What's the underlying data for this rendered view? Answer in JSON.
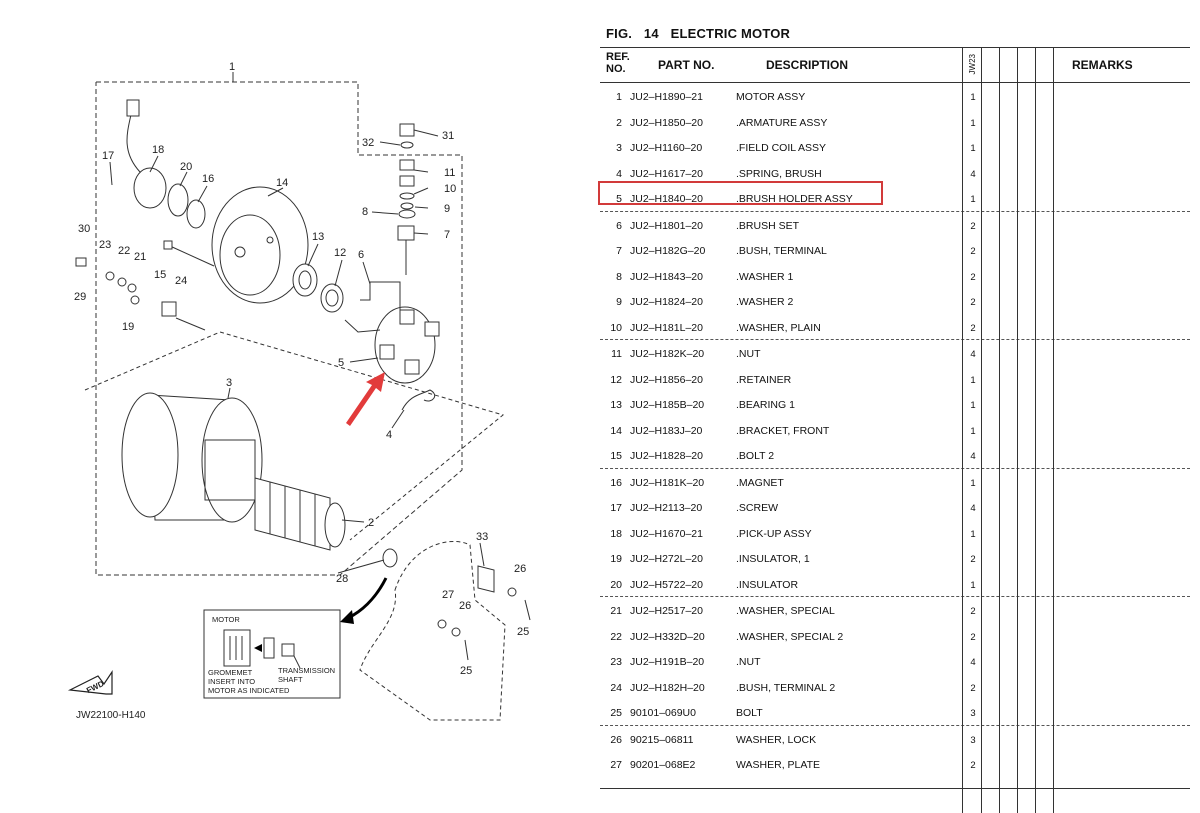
{
  "figure": {
    "fig_label": "FIG.",
    "fig_number": "14",
    "fig_name": "ELECTRIC MOTOR",
    "diagram_code": "JW22100-H140"
  },
  "table": {
    "header": {
      "ref": "REF. NO.",
      "part_no": "PART NO.",
      "description": "DESCRIPTION",
      "model": "JW23",
      "remarks": "REMARKS"
    },
    "rows": [
      {
        "ref": "1",
        "part": "JU2–H1890–21",
        "desc": "MOTOR ASSY",
        "qty": "1"
      },
      {
        "ref": "2",
        "part": "JU2–H1850–20",
        "desc": ".ARMATURE ASSY",
        "qty": "1"
      },
      {
        "ref": "3",
        "part": "JU2–H1160–20",
        "desc": ".FIELD COIL ASSY",
        "qty": "1"
      },
      {
        "ref": "4",
        "part": "JU2–H1617–20",
        "desc": ".SPRING, BRUSH",
        "qty": "4"
      },
      {
        "ref": "5",
        "part": "JU2–H1840–20",
        "desc": ".BRUSH HOLDER ASSY",
        "qty": "1"
      },
      {
        "ref": "6",
        "part": "JU2–H1801–20",
        "desc": ".BRUSH SET",
        "qty": "2"
      },
      {
        "ref": "7",
        "part": "JU2–H182G–20",
        "desc": ".BUSH, TERMINAL",
        "qty": "2"
      },
      {
        "ref": "8",
        "part": "JU2–H1843–20",
        "desc": ".WASHER 1",
        "qty": "2"
      },
      {
        "ref": "9",
        "part": "JU2–H1824–20",
        "desc": ".WASHER 2",
        "qty": "2"
      },
      {
        "ref": "10",
        "part": "JU2–H181L–20",
        "desc": ".WASHER, PLAIN",
        "qty": "2"
      },
      {
        "ref": "11",
        "part": "JU2–H182K–20",
        "desc": ".NUT",
        "qty": "4"
      },
      {
        "ref": "12",
        "part": "JU2–H1856–20",
        "desc": ".RETAINER",
        "qty": "1"
      },
      {
        "ref": "13",
        "part": "JU2–H185B–20",
        "desc": ".BEARING 1",
        "qty": "1"
      },
      {
        "ref": "14",
        "part": "JU2–H183J–20",
        "desc": ".BRACKET, FRONT",
        "qty": "1"
      },
      {
        "ref": "15",
        "part": "JU2–H1828–20",
        "desc": ".BOLT 2",
        "qty": "4"
      },
      {
        "ref": "16",
        "part": "JU2–H181K–20",
        "desc": ".MAGNET",
        "qty": "1"
      },
      {
        "ref": "17",
        "part": "JU2–H2113–20",
        "desc": ".SCREW",
        "qty": "4"
      },
      {
        "ref": "18",
        "part": "JU2–H1670–21",
        "desc": ".PICK-UP ASSY",
        "qty": "1"
      },
      {
        "ref": "19",
        "part": "JU2–H272L–20",
        "desc": ".INSULATOR, 1",
        "qty": "2"
      },
      {
        "ref": "20",
        "part": "JU2–H5722–20",
        "desc": ".INSULATOR",
        "qty": "1"
      },
      {
        "ref": "21",
        "part": "JU2–H2517–20",
        "desc": ".WASHER, SPECIAL",
        "qty": "2"
      },
      {
        "ref": "22",
        "part": "JU2–H332D–20",
        "desc": ".WASHER, SPECIAL 2",
        "qty": "2"
      },
      {
        "ref": "23",
        "part": "JU2–H191B–20",
        "desc": ".NUT",
        "qty": "4"
      },
      {
        "ref": "24",
        "part": "JU2–H182H–20",
        "desc": ".BUSH, TERMINAL 2",
        "qty": "2"
      },
      {
        "ref": "25",
        "part": "90101–069U0",
        "desc": "BOLT",
        "qty": "3"
      },
      {
        "ref": "26",
        "part": "90215–06811",
        "desc": "WASHER, LOCK",
        "qty": "3"
      },
      {
        "ref": "27",
        "part": "90201–068E2",
        "desc": "WASHER, PLATE",
        "qty": "2"
      }
    ],
    "highlighted_ref": "5",
    "highlight_color": "#d23a3a"
  },
  "inset": {
    "motor": "MOTOR",
    "grommet_1": "GROMEMET",
    "grommet_2": "INSERT INTO",
    "grommet_3": "MOTOR AS INDICATED",
    "shaft_1": "TRANSMISSION",
    "shaft_2": "SHAFT",
    "fwd": "FWD"
  },
  "callouts": [
    "1",
    "2",
    "3",
    "4",
    "5",
    "6",
    "7",
    "8",
    "9",
    "10",
    "11",
    "12",
    "13",
    "14",
    "15",
    "16",
    "17",
    "18",
    "19",
    "20",
    "21",
    "22",
    "23",
    "24",
    "25",
    "26",
    "27",
    "28",
    "29",
    "30",
    "31",
    "32",
    "33"
  ]
}
